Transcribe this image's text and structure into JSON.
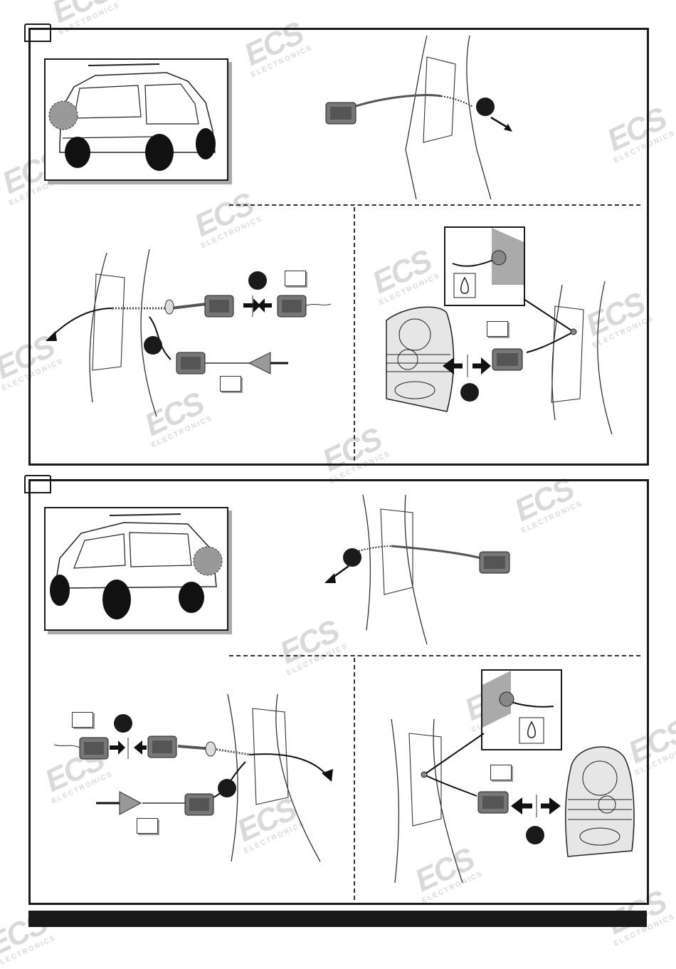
{
  "watermark": {
    "brand": "ECS",
    "subtitle": "ELECTRONICS"
  },
  "sections": [
    {
      "id": "upper",
      "tab_label": ""
    },
    {
      "id": "lower",
      "tab_label": ""
    }
  ],
  "icons": [
    "drop-icon",
    "arrow-left-icon",
    "arrow-right-icon",
    "connector-icon",
    "grommet-icon",
    "car-rear-icon",
    "tail-light-icon"
  ],
  "colors": {
    "line": "#1a1a1a",
    "watermark": "#d9d9d9",
    "shade": "#aaaaaa"
  }
}
